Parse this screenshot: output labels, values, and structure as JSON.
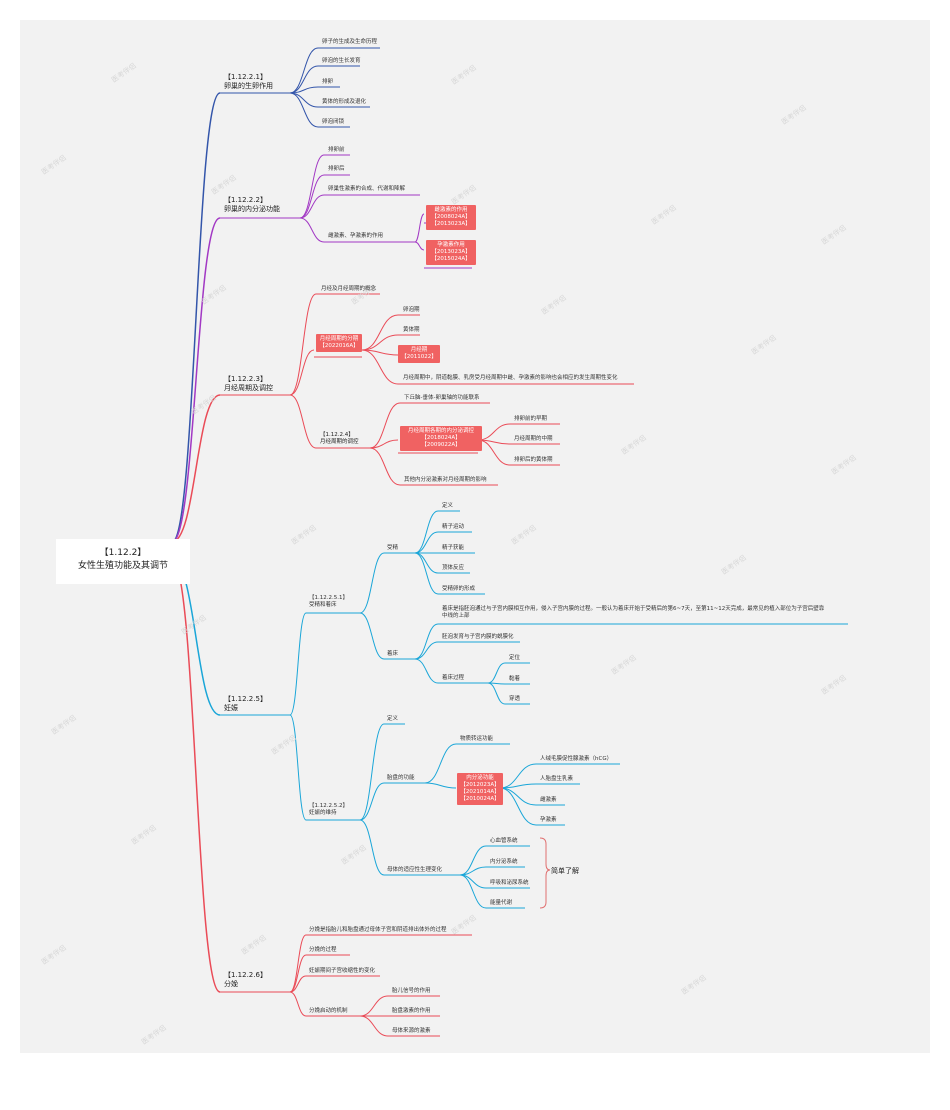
{
  "root": {
    "code": "【1.12.2】",
    "title": "女性生殖功能及其调节"
  },
  "sections": [
    {
      "code": "【1.12.2.1】",
      "title": "卵巢的生卵作用",
      "items": [
        "卵子的生成及生命历程",
        "卵泡的生长发育",
        "排卵",
        "黄体的形成及退化",
        "卵泡闭锁"
      ]
    },
    {
      "code": "【1.12.2.2】",
      "title": "卵巢的内分泌功能",
      "items": [
        "排卵前",
        "排卵后",
        "卵巢性激素的合成、代谢和降解",
        "雌激素、孕激素的作用"
      ],
      "tags": [
        [
          "雌激素的作用",
          "【2008024A】",
          "【2013023A】"
        ],
        [
          "孕激素作用",
          "【2013023A】",
          "【2015024A】"
        ]
      ]
    },
    {
      "code": "【1.12.2.3】",
      "title": "月经周期及调控",
      "concept": "月经及月经周期的概念",
      "stages_tag": [
        "月经周期的分期",
        "【2022016A】"
      ],
      "stages": [
        "卵泡期",
        "黄体期"
      ],
      "menses_tag": [
        "月经期",
        "【2011022】"
      ],
      "stages_note": "月经周期中，阴道黏膜、乳房受月经周期中雌、孕激素的影响也会相应的发生周期性变化",
      "reg_code": "【1.12.2.4】",
      "reg_title": "月经周期的调控",
      "reg_items": [
        "下丘脑-垂体-卵巢轴的功能联系",
        "其他内分泌激素对月经周期的影响"
      ],
      "reg_tag": [
        "月经周期各期的内分泌调控",
        "【2018024A】",
        "【2009022A】"
      ],
      "reg_sub": [
        "排卵前的早期",
        "月经周期的中期",
        "排卵后的黄体期"
      ]
    },
    {
      "code": "【1.12.2.5】",
      "title": "妊娠",
      "s1_code": "【1.12.2.5.1】",
      "s1_title": "受精和着床",
      "fert": "受精",
      "fert_items": [
        "定义",
        "精子运动",
        "精子获能",
        "顶体反应",
        "受精卵的形成"
      ],
      "impl": "着床",
      "impl_def": "着床是指胚泡通过与子宫内膜相互作用，侵入子宫内膜的过程。一般认为着床开始于受精后的第6~7天，至第11~12天完成，最常见的植入部位为子宫后壁靠",
      "impl_def2": "中线的上部",
      "impl_items": [
        "胚泡发育与子宫内膜的蜕膜化",
        "着床过程"
      ],
      "impl_steps": [
        "定位",
        "黏着",
        "穿透"
      ],
      "s2_code": "【1.12.2.5.2】",
      "s2_title": "妊娠的维持",
      "s2_def": "定义",
      "placenta": "胎盘的功能",
      "exchange": "物质转运功能",
      "endo_tag": [
        "内分泌功能",
        "【2012023A】",
        "【2021014A】",
        "【2010024A】"
      ],
      "hormones": [
        "人绒毛膜促性腺激素（hCG）",
        "人胎盘生乳素",
        "雌激素",
        "孕激素"
      ],
      "maternal": "母体的适应性生理变化",
      "maternal_items": [
        "心血管系统",
        "内分泌系统",
        "呼吸和泌尿系统",
        "能量代谢"
      ],
      "brace_note": "简单了解"
    },
    {
      "code": "【1.12.2.6】",
      "title": "分娩",
      "items": [
        "分娩是指胎儿和胎盘通过母体子宫和阴道排出体外的过程",
        "分娩的过程",
        "妊娠期间子宫收缩性的变化",
        "分娩启动的机制"
      ],
      "sub": [
        "胎儿信号的作用",
        "胎盘激素的作用",
        "母体来源的激素"
      ]
    }
  ],
  "watermark": "医考伴侣",
  "colors": {
    "blue": "#3355aa",
    "purple": "#a238c4",
    "red": "#ea4b57",
    "cyan": "#1aa6d8",
    "tag": "#f06262"
  }
}
